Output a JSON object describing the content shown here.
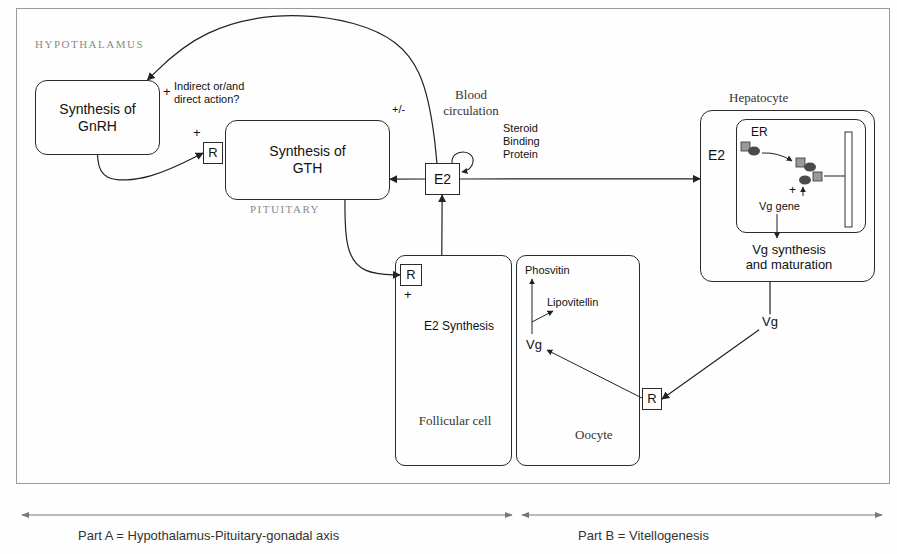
{
  "diagram": {
    "nodes": [
      {
        "text": [
          "Synthesis of GnRH"
        ]
      },
      {
        "text": [
          "Synthesis of GTH"
        ]
      },
      {
        "text": [
          "R"
        ]
      },
      {
        "text": [
          "E2"
        ]
      },
      {
        "text": [
          "Hepatocyte",
          "E2",
          "Vg synthesis and maturation"
        ]
      },
      {
        "text": [
          "ER",
          "+",
          "Vg gene"
        ],
        "in": 4
      },
      {
        "text": [
          "E2 Synthesis",
          "Follicular cell"
        ]
      },
      {
        "text": [
          "R"
        ],
        "in": 6
      },
      {
        "text": [
          "Phosvitin",
          "Lipovitellin",
          "Vg",
          "Oocyte"
        ]
      },
      {
        "text": [
          "R"
        ]
      }
    ],
    "edges": [
      {
        "from": 0,
        "to": 2,
        "arrow": "to"
      },
      {
        "from": 3,
        "to": 1,
        "label": "+/-",
        "arrow": "to"
      },
      {
        "from": 3,
        "to": 0,
        "label": "Indirect or/and direct action?",
        "arrow": "to"
      },
      {
        "from": 3,
        "to": 4,
        "label": "Steroid Binding Protein",
        "arrow": "to"
      },
      {
        "from": 1,
        "to": 7,
        "arrow": "to"
      },
      {
        "from": 6,
        "to": 3,
        "arrow": "to"
      },
      {
        "from": 4,
        "to": 9,
        "label": "Vg",
        "arrow": "to"
      }
    ],
    "labels": [
      "HYPOTHALAMUS",
      "+",
      "Blood circulation",
      "+",
      "PITUITARY",
      "+",
      "Part A = Hypothalamus-Pituitary-gonadal axis",
      "Part B = Vitellogenesis"
    ]
  }
}
